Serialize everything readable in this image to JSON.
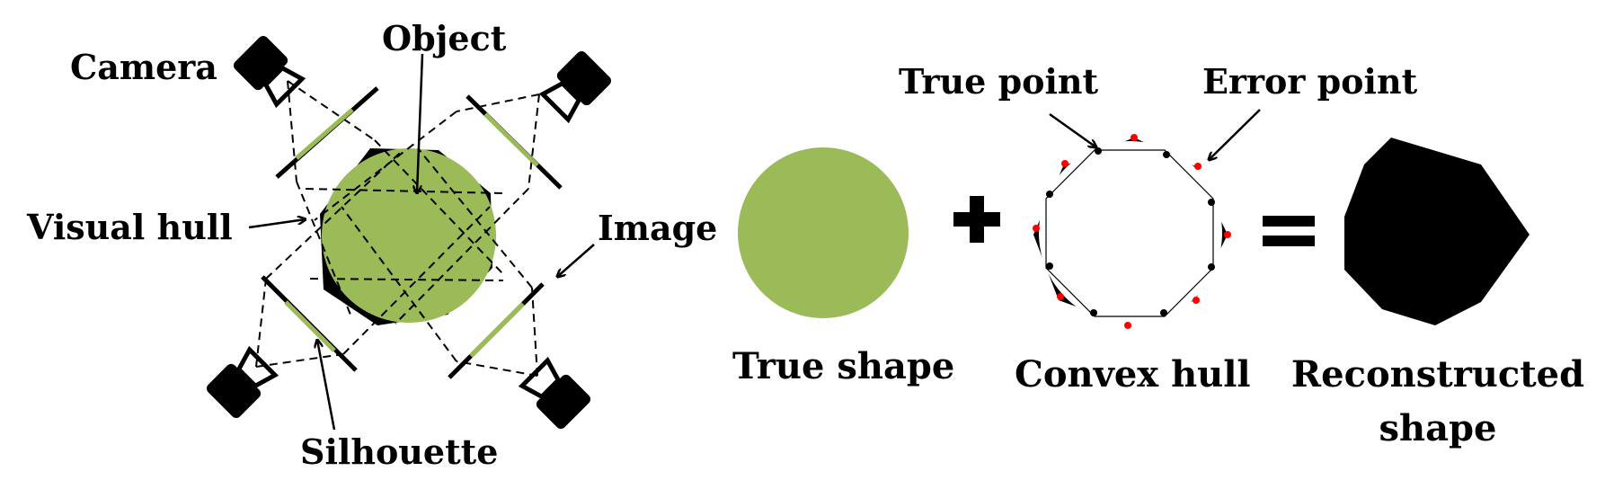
{
  "labels": {
    "camera": "Camera",
    "object": "Object",
    "visual_hull": "Visual hull",
    "image": "Image",
    "silhouette": "Silhouette",
    "true_point": "True point",
    "error_point": "Error point",
    "true_shape": "True shape",
    "convex_hull": "Convex hull",
    "reconstructed_line1": "Reconstructed",
    "reconstructed_line2": "shape"
  },
  "operators": {
    "plus": "plus-sign",
    "equals": "equals-sign"
  },
  "colors": {
    "object_green": "#9bbb59",
    "error_point": "#ff0000",
    "ink": "#000000"
  }
}
